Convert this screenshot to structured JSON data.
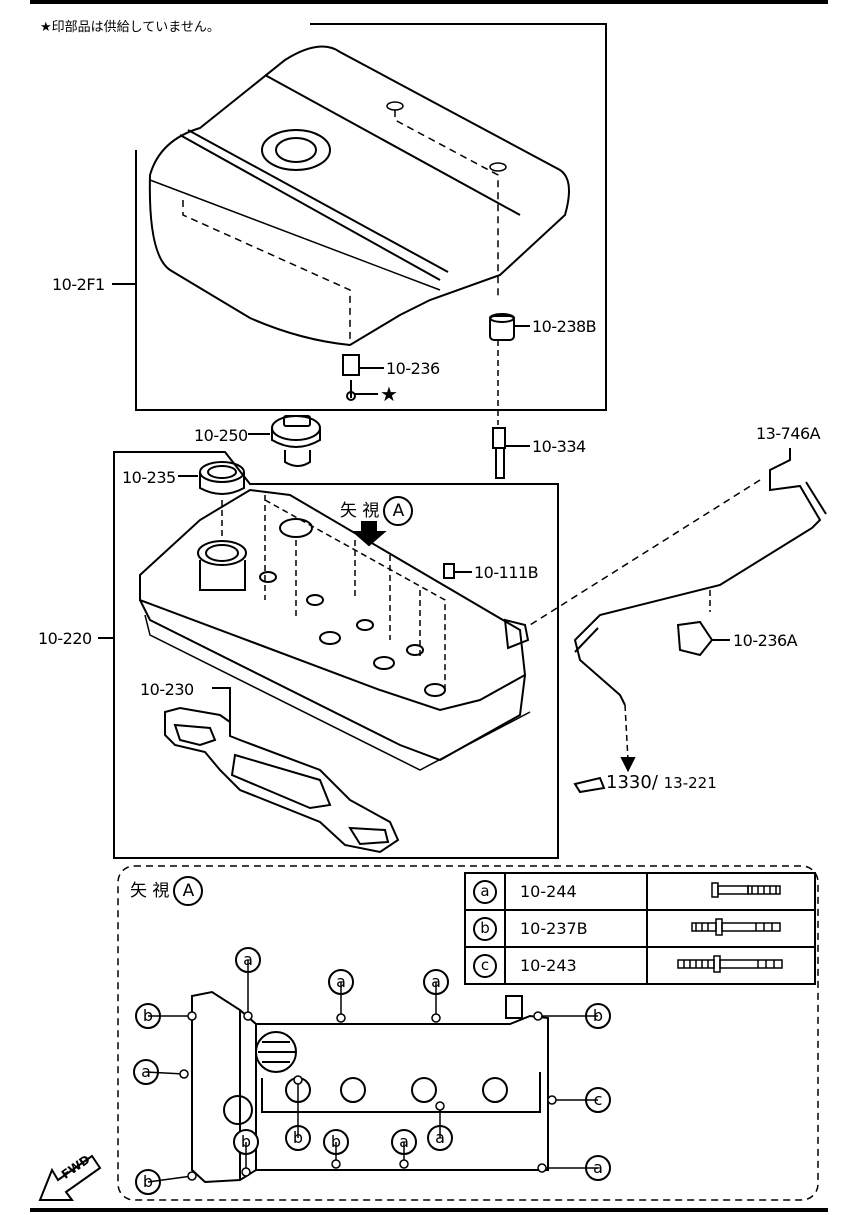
{
  "note": "★印部品は供給していません。",
  "labels": {
    "cover": "10-2F1",
    "grommet": "10-238B",
    "clip": "10-236",
    "star": "★",
    "cap": "10-250",
    "stud": "10-334",
    "seal": "10-235",
    "hose": "13-746A",
    "view_arrow_text": "矢 視",
    "view_letter": "A",
    "bolt": "10-111B",
    "head_cover": "10-220",
    "gasket": "10-230",
    "clamp": "10-236A",
    "ref_main": "1330",
    "ref_sep": "/",
    "ref_sub": "13-221"
  },
  "view_a": {
    "title": "矢 視",
    "letter": "A"
  },
  "legend": [
    {
      "key": "a",
      "part": "10-244"
    },
    {
      "key": "b",
      "part": "10-237B"
    },
    {
      "key": "c",
      "part": "10-243"
    }
  ],
  "bolt_marks": [
    "a",
    "a",
    "a",
    "b",
    "b",
    "a",
    "c",
    "b",
    "a",
    "b",
    "b",
    "a",
    "b",
    "a"
  ],
  "fwd": "FWD",
  "colors": {
    "ink": "#000000",
    "paper": "#ffffff"
  }
}
